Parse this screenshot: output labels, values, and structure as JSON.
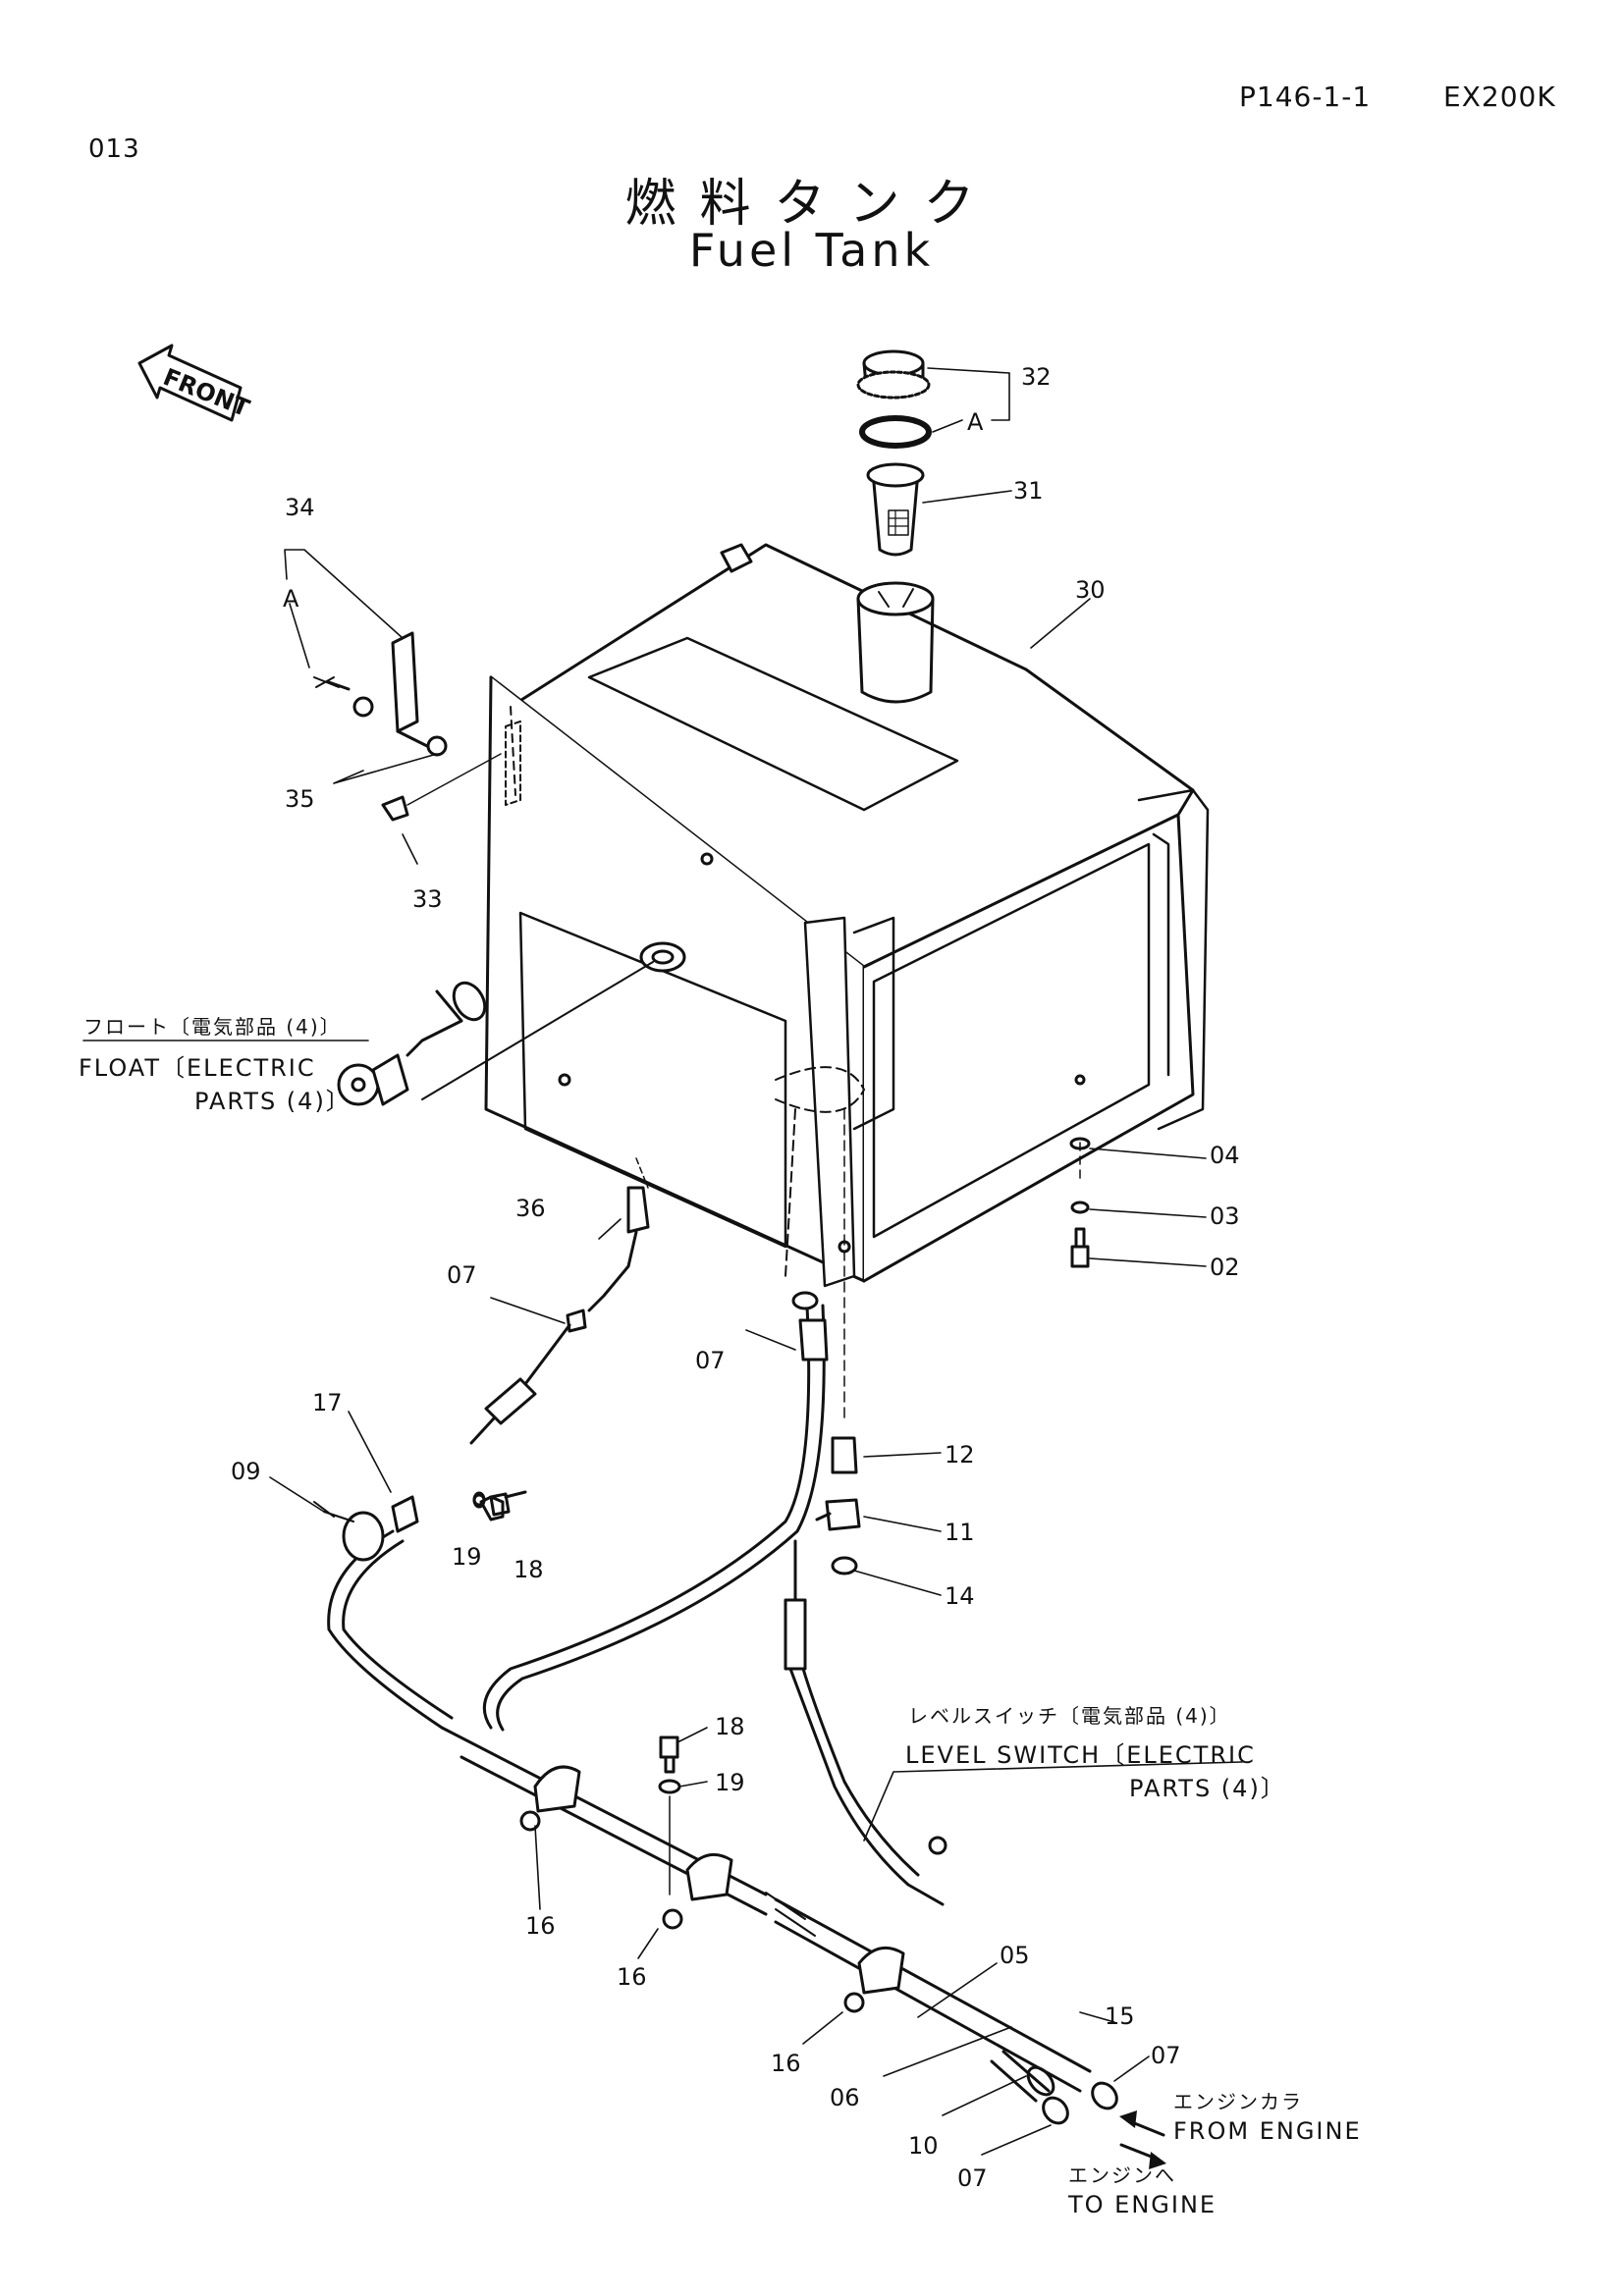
{
  "header": {
    "page_code": "P146-1-1",
    "model": "EX200K",
    "section": "013"
  },
  "title": {
    "japanese": "燃料タンク",
    "english": "Fuel Tank"
  },
  "front_marker": "FRONT",
  "part_labels": {
    "p02": "02",
    "p03": "03",
    "p04": "04",
    "p05": "05",
    "p06": "06",
    "p07a": "07",
    "p07b": "07",
    "p07c": "07",
    "p07d": "07",
    "p09": "09",
    "p10": "10",
    "p11": "11",
    "p12": "12",
    "p14": "14",
    "p15": "15",
    "p16a": "16",
    "p16b": "16",
    "p16c": "16",
    "p17": "17",
    "p18a": "18",
    "p18b": "18",
    "p19a": "19",
    "p19b": "19",
    "p30": "30",
    "p31": "31",
    "p32": "32",
    "p33": "33",
    "p34": "34",
    "p35": "35",
    "p36": "36",
    "a_top": "A",
    "a_left": "A"
  },
  "notes": {
    "float_jp": "フロート〔電気部品 (4)〕",
    "float_en_1": "FLOAT〔ELECTRIC",
    "float_en_2": "PARTS (4)〕",
    "level_jp": "レベルスイッチ〔電気部品 (4)〕",
    "level_en_1": "LEVEL SWITCH〔ELECTRIC",
    "level_en_2": "PARTS (4)〕",
    "from_jp": "エンジンカラ",
    "from_en": "FROM ENGINE",
    "to_jp": "エンジンへ",
    "to_en": "TO ENGINE"
  }
}
